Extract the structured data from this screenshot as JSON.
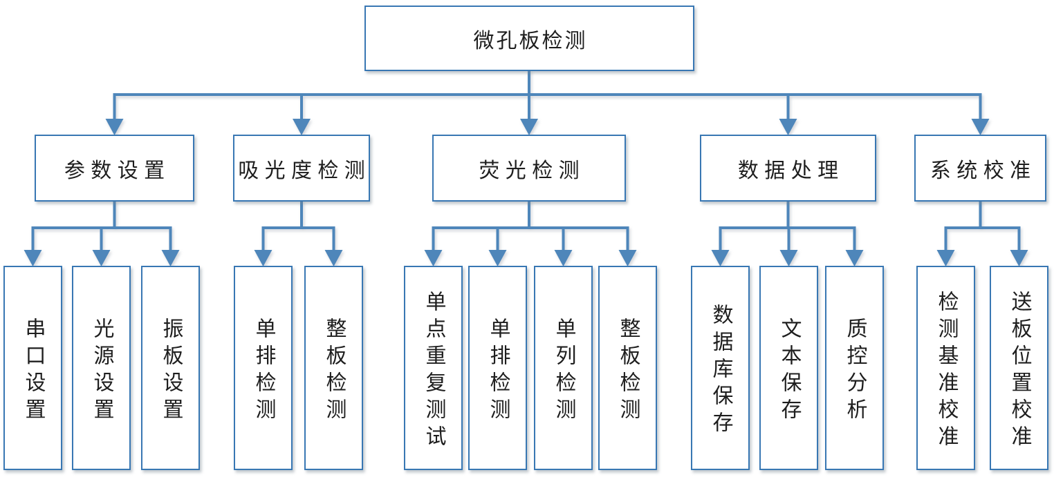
{
  "colors": {
    "connector": "#4e86ba",
    "box_border": "#3877b3",
    "text": "#1e1e1e",
    "background": "#ffffff"
  },
  "diagram": {
    "root": {
      "label": "微孔板检测"
    },
    "branches": [
      {
        "label": "参数设置",
        "children": [
          {
            "label": "串口设置"
          },
          {
            "label": "光源设置"
          },
          {
            "label": "振板设置"
          }
        ]
      },
      {
        "label": "吸光度检测",
        "children": [
          {
            "label": "单排检测"
          },
          {
            "label": "整板检测"
          }
        ]
      },
      {
        "label": "荧光检测",
        "children": [
          {
            "label": "单点重复测试"
          },
          {
            "label": "单排检测"
          },
          {
            "label": "单列检测"
          },
          {
            "label": "整板检测"
          }
        ]
      },
      {
        "label": "数据处理",
        "children": [
          {
            "label": "数据库保存"
          },
          {
            "label": "文本保存"
          },
          {
            "label": "质控分析"
          }
        ]
      },
      {
        "label": "系统校准",
        "children": [
          {
            "label": "检测基准校准"
          },
          {
            "label": "送板位置校准"
          }
        ]
      }
    ]
  }
}
